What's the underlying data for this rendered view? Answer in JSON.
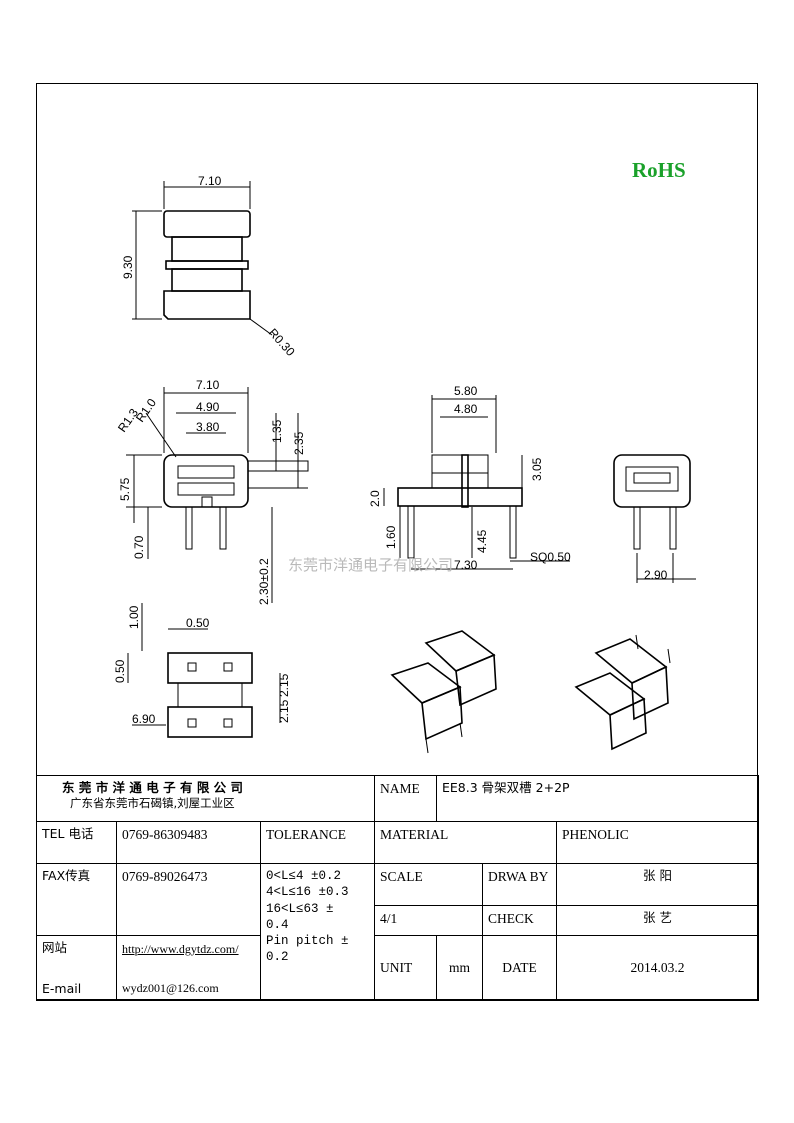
{
  "mark": {
    "rohs": "RoHS",
    "watermark": "东莞市洋通电子有限公司"
  },
  "dims": {
    "side_width": "7.10",
    "side_height": "9.30",
    "side_radius": "R0.30",
    "front_width": "7.10",
    "front_inner1": "4.90",
    "front_inner2": "3.80",
    "front_r1": "R1.0",
    "front_r2": "R1.3",
    "front_h1": "1.35",
    "front_h2": "2.35",
    "front_h3": "5.75",
    "front_h4": "0.70",
    "front_pin": "2.30±0.2",
    "mid_w1": "5.80",
    "mid_w2": "4.80",
    "mid_h1": "3.05",
    "mid_h2": "2.0",
    "mid_h3": "1.60",
    "mid_h4": "4.45",
    "mid_pitch": "7.30",
    "mid_pin": "SQ0.50",
    "end_w": "2.90",
    "bottom_h1": "1.00",
    "bottom_w1": "0.50",
    "bottom_h2": "0.50",
    "bottom_w2": "6.90",
    "bottom_h3": "2.15",
    "bottom_h4": "2.15"
  },
  "titleblock": {
    "company": "东 莞 市 洋 通 电 子 有 限 公 司",
    "address": "广东省东莞市石碣镇,刘屋工业区",
    "name_label": "NAME",
    "name_value": "EE8.3 骨架双槽 2+2P",
    "tel_label": "TEL 电话",
    "tel_value": "0769-86309483",
    "tolerance_label": "TOLERANCE",
    "material_label": "MATERIAL",
    "material_value": "PHENOLIC",
    "fax_label": "FAX传真",
    "fax_value": "0769-89026473",
    "tol1": "0<L≤4  ±0.2",
    "tol2": "4<L≤16 ±0.3",
    "tol3": "16<L≤63 ±",
    "tol3b": "0.4",
    "tol4": "Pin pitch ±",
    "tol4b": "0.2",
    "scale_label": "SCALE",
    "drwaby_label": "DRWA BY",
    "drwaby_value": "张 阳",
    "scale_value": "4/1",
    "check_label": "CHECK",
    "check_value": "张 艺",
    "web_label": "网站",
    "web_value": "http://www.dgytdz.com/",
    "email_label": "E-mail",
    "email_value": "wydz001@126.com",
    "unit_label": "UNIT",
    "unit_value": "mm",
    "date_label": "DATE",
    "date_value": "2014.03.2"
  }
}
